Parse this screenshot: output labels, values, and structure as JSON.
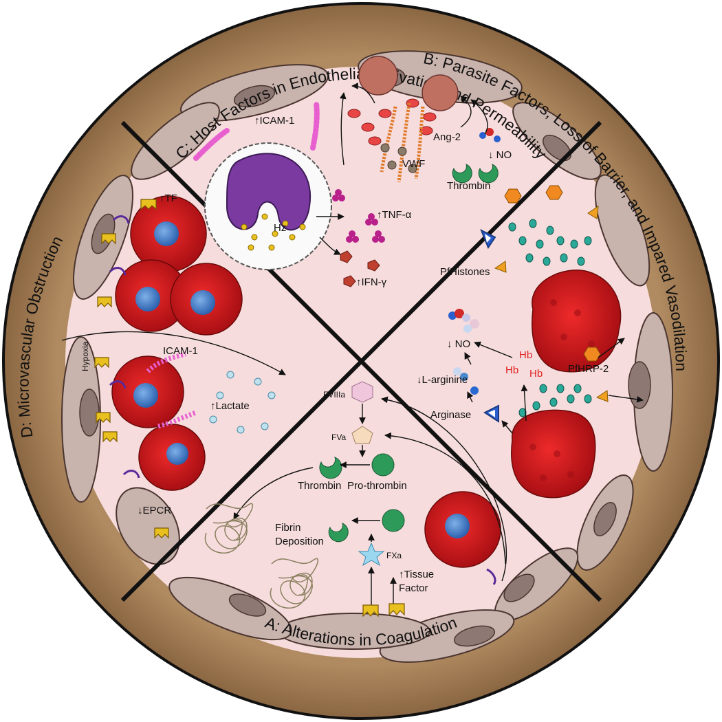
{
  "sections": {
    "A": "A: Alterations in Coagulation",
    "B": "B: Parasite Factors, Loss of Barrier, and Impared Vasodilation",
    "C": "C: Host Factors in Endothelial Activation and Permeability",
    "D": "D: Microvascular Obstruction"
  },
  "labels": {
    "icam1_c": "↑ICAM-1",
    "ang2": "Ang-2",
    "no_c": "↓ NO",
    "vwf": "VWF",
    "thrombin_c": "Thrombin",
    "hz": "Hz",
    "tnf": "↑TNF-α",
    "ifn": "↑IFN-γ",
    "tf": "↑TF",
    "hypoxia": "Hypoxia",
    "icam1_d": "ICAM-1",
    "lactate": "↑Lactate",
    "epcr": "↓EPCR",
    "fviiia": "FVIIIa",
    "fva": "FVa",
    "thrombin_a": "Thrombin",
    "prothrombin": "Pro-thrombin",
    "fibrin1": "Fibrin",
    "fibrin2": "Deposition",
    "fxa": "FXa",
    "tissue1": "↑Tissue",
    "tissue2": "Factor",
    "pfhistones": "PfHistones",
    "no_b": "↓ NO",
    "larginine": "↓L-arginine",
    "arginase": "Arginase",
    "hb1": "Hb",
    "hb2": "Hb",
    "hb3": "Hb",
    "pfhrp2": "PfHRP-2"
  },
  "colors": {
    "wall": "#a07c55",
    "lumen": "#f6dcdc",
    "endothelium": "#c9b3ad",
    "rbc": "#d8171c",
    "hb_text": "#e02020",
    "thrombin": "#2e9a5a"
  }
}
